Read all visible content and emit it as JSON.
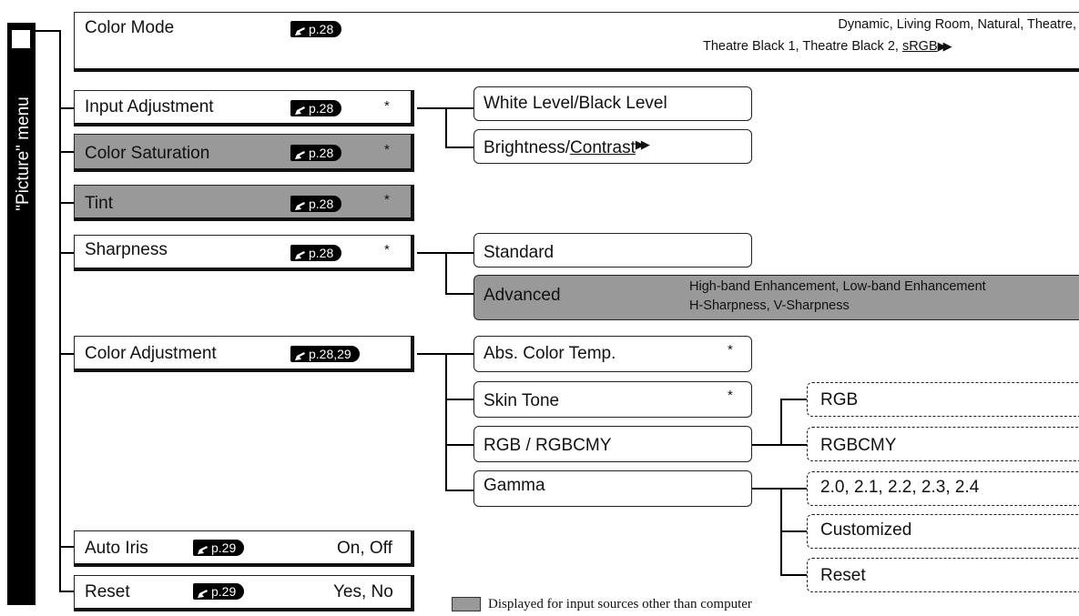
{
  "menu_title": "\"Picture\" menu",
  "items": {
    "color_mode": {
      "label": "Color Mode",
      "ref": "p.28",
      "options_line1": "Dynamic, Living Room, Natural, Theatre,",
      "options_line2_prefix": "Theatre Black 1, Theatre Black 2, ",
      "options_line2_link": "sRGB"
    },
    "input_adjustment": {
      "label": "Input Adjustment",
      "ref": "p.28",
      "star": "*"
    },
    "color_saturation": {
      "label": "Color Saturation",
      "ref": "p.28",
      "star": "*"
    },
    "tint": {
      "label": "Tint",
      "ref": "p.28",
      "star": "*"
    },
    "sharpness": {
      "label": "Sharpness",
      "ref": "p.28",
      "star": "*"
    },
    "color_adjustment": {
      "label": "Color Adjustment",
      "ref": "p.28,29"
    },
    "auto_iris": {
      "label": "Auto Iris",
      "ref": "p.29",
      "options": "On, Off"
    },
    "reset": {
      "label": "Reset",
      "ref": "p.29",
      "options": "Yes, No"
    }
  },
  "sub": {
    "white_black_level": "White Level/Black Level",
    "brightness_prefix": "Brightness/",
    "brightness_link": "Contrast",
    "standard": "Standard",
    "advanced": {
      "label": "Advanced",
      "options_line1": "High-band Enhancement, Low-band Enhancement",
      "options_line2": "H-Sharpness, V-Sharpness"
    },
    "abs_color_temp": {
      "label": "Abs. Color Temp.",
      "star": "*"
    },
    "skin_tone": {
      "label": "Skin Tone",
      "star": "*"
    },
    "rgb_rgbcmy": "RGB / RGBCMY",
    "gamma": "Gamma",
    "rgb": "RGB",
    "rgbcmy": "RGBCMY",
    "gamma_values": "2.0, 2.1, 2.2, 2.3, 2.4",
    "customized": "Customized",
    "gamma_reset": "Reset"
  },
  "legend": "Displayed for input sources other than computer",
  "colors": {
    "gray_fill": "#999999",
    "black": "#000000"
  },
  "icons": {
    "ref": "hand-pointer-icon",
    "link_arrow": "double-right-arrow-icon"
  }
}
